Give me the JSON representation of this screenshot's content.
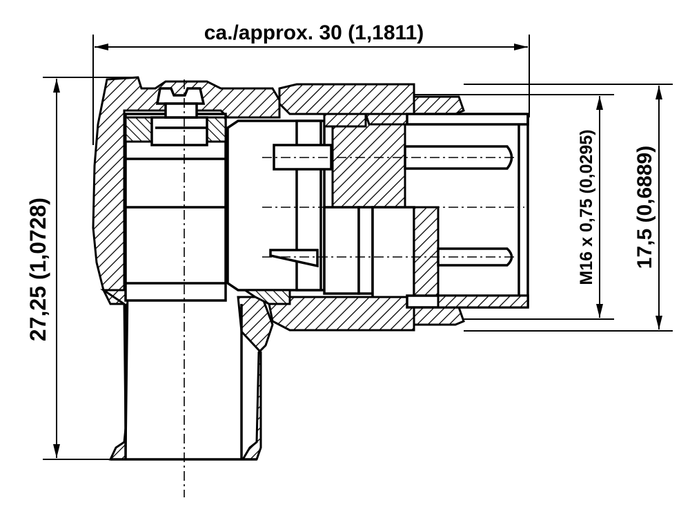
{
  "dimensions": {
    "overall_length": "ca./approx. 30 (1,1811)",
    "overall_height": "27,25 (1,0728)",
    "thread": "M16 x 0,75 (0,0295)",
    "flange_height": "17,5 (0,6889)"
  }
}
